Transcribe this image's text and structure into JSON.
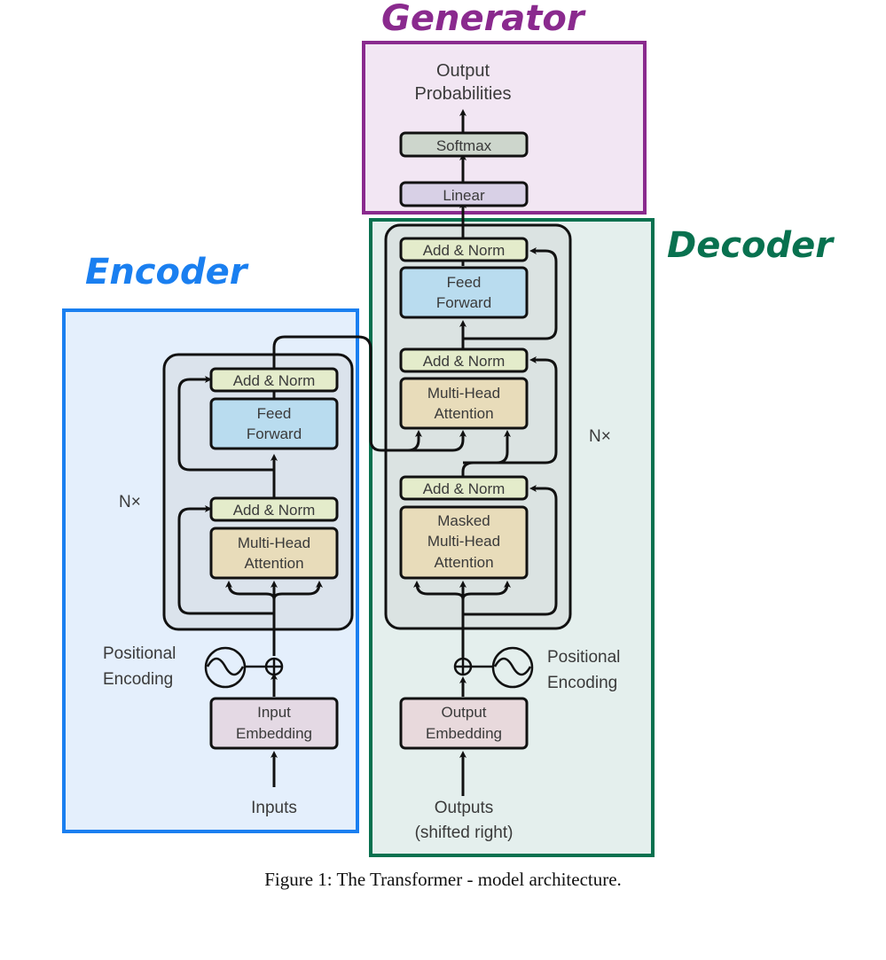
{
  "annotations": {
    "generator": {
      "label": "Generator",
      "color": "#8a2a8e",
      "fill": "#f2e6f3"
    },
    "encoder": {
      "label": "Encoder",
      "color": "#1a7ff0",
      "fill": "#e4effc"
    },
    "decoder": {
      "label": "Decoder",
      "color": "#08714f",
      "fill": "#e4efed"
    }
  },
  "generator": {
    "output": [
      "Output",
      "Probabilities"
    ],
    "softmax": "Softmax",
    "linear": "Linear"
  },
  "encoder": {
    "repeat": "N×",
    "add_norm_top": "Add & Norm",
    "feed_forward": [
      "Feed",
      "Forward"
    ],
    "add_norm_bottom": "Add & Norm",
    "attention": [
      "Multi-Head",
      "Attention"
    ],
    "positional": [
      "Positional",
      "Encoding"
    ],
    "embedding": [
      "Input",
      "Embedding"
    ],
    "input": "Inputs"
  },
  "decoder": {
    "repeat": "N×",
    "add_norm_top": "Add & Norm",
    "feed_forward": [
      "Feed",
      "Forward"
    ],
    "add_norm_mid": "Add & Norm",
    "attention": [
      "Multi-Head",
      "Attention"
    ],
    "add_norm_bottom": "Add & Norm",
    "masked_attention": [
      "Masked",
      "Multi-Head",
      "Attention"
    ],
    "positional": [
      "Positional",
      "Encoding"
    ],
    "embedding": [
      "Output",
      "Embedding"
    ],
    "input": [
      "Outputs",
      "(shifted right)"
    ]
  },
  "colors": {
    "add_norm": "#e4eccb",
    "feed_forward": "#b9dcef",
    "attention": "#e8dcba",
    "embedding": "#e8d9dc",
    "softmax": "#cdd6cc",
    "linear": "#d8d0e6",
    "stack_fill": "#dbe3ec"
  },
  "caption": "Figure 1: The Transformer - model architecture."
}
